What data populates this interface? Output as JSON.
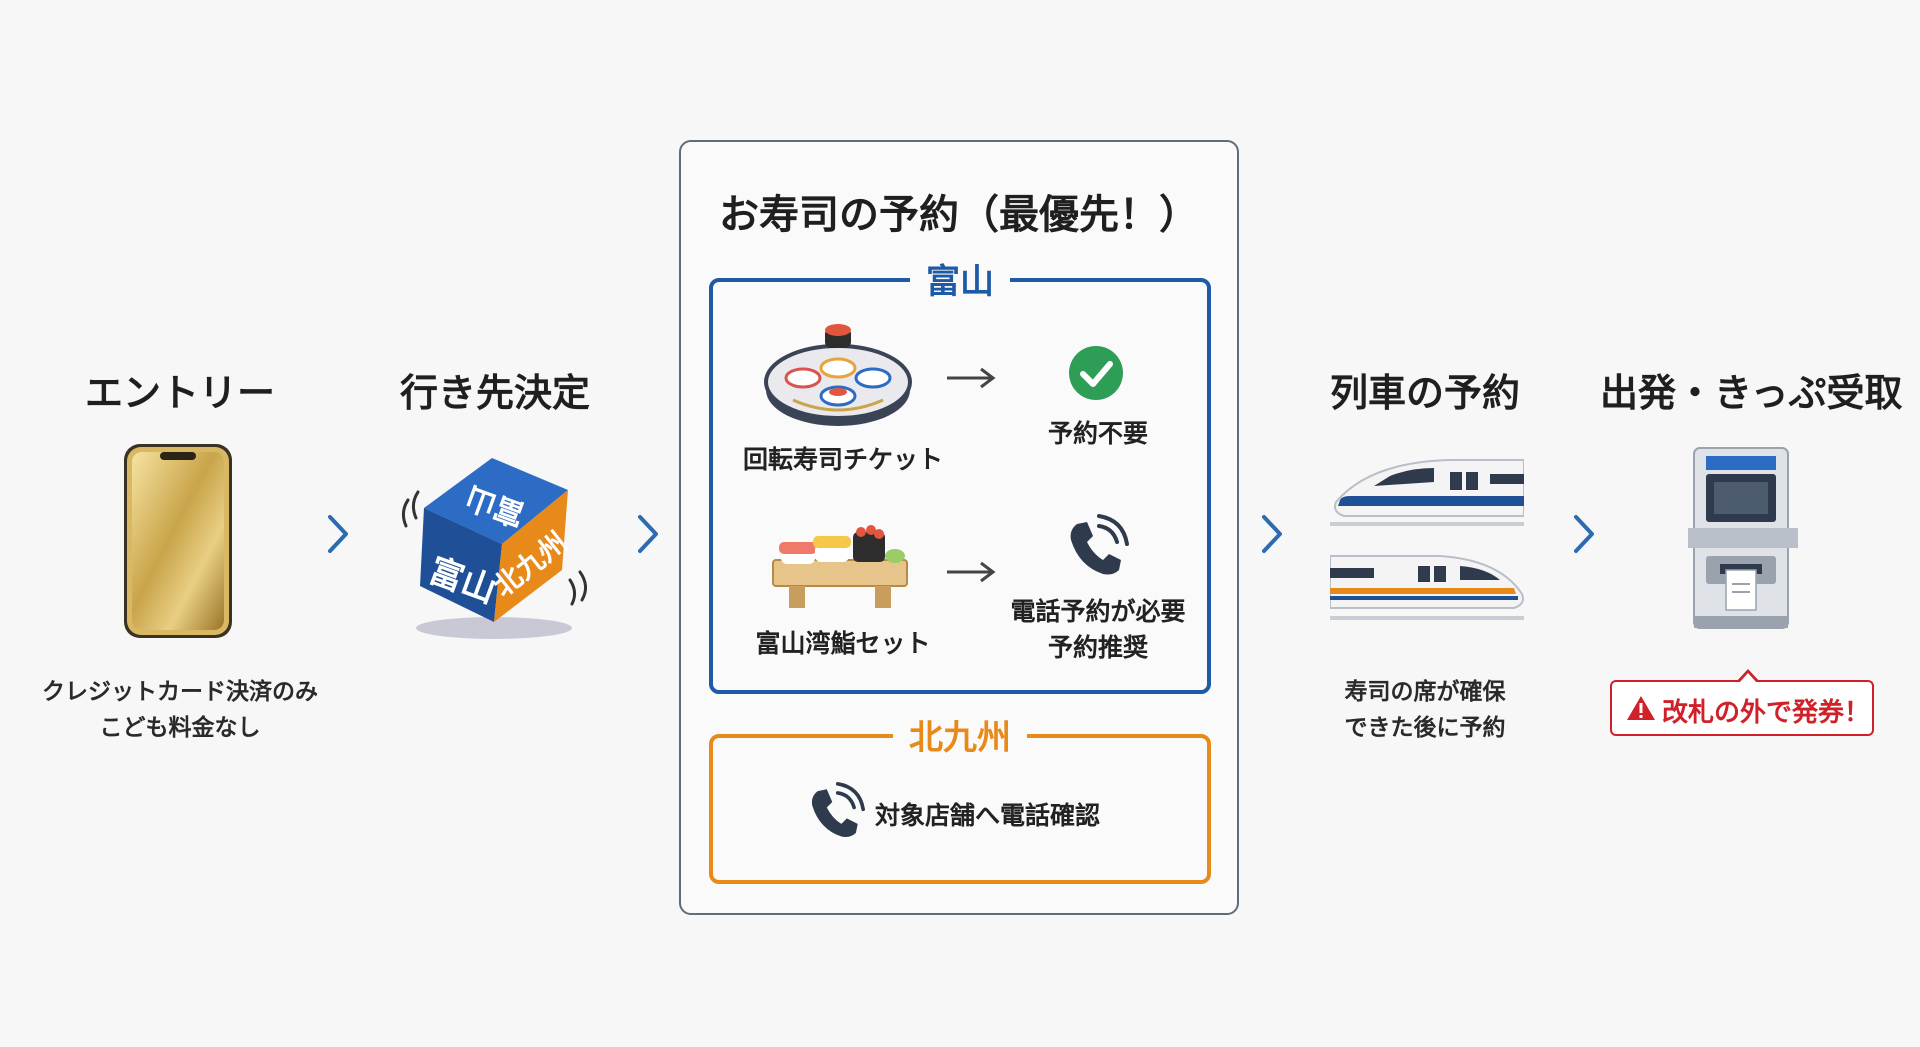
{
  "steps": {
    "entry": {
      "title": "エントリー",
      "note_line1": "クレジットカード決済のみ",
      "note_line2": "こども料金なし"
    },
    "destination": {
      "title": "行き先決定",
      "dice_face_toyama": "富山",
      "dice_face_kitakyushu": "北九州",
      "dice_face_top": "富山"
    },
    "sushi": {
      "title": "お寿司の予約（最優先！）",
      "toyama": {
        "heading": "富山",
        "row1_item": "回転寿司チケット",
        "row1_result": "予約不要",
        "row2_item": "富山湾鮨セット",
        "row2_result_line1": "電話予約が必要",
        "row2_result_line2": "予約推奨"
      },
      "kitakyushu": {
        "heading": "北九州",
        "action": "対象店舗へ電話確認"
      }
    },
    "train": {
      "title": "列車の予約",
      "note_line1": "寿司の席が確保",
      "note_line2": "できた後に予約"
    },
    "depart": {
      "title": "出発・きっぷ受取",
      "warning": "改札の外で発券！"
    }
  },
  "icons": {
    "phone": "smartphone-icon",
    "dice": "dice-icon",
    "kaiten_sushi": "sushi-plate-icon",
    "sushi_set": "sushi-set-icon",
    "check": "check-circle-icon",
    "call": "phone-call-icon",
    "shinkansen": "bullet-train-icon",
    "ticket_machine": "ticket-machine-icon",
    "arrow": "chevron-right-icon",
    "warning": "warning-icon"
  },
  "colors": {
    "toyama_blue": "#1f5aa6",
    "kitakyushu_orange": "#e88a1a",
    "check_green": "#2e9e57",
    "warning_red": "#d0202a",
    "chevron_blue": "#2b6cb0"
  }
}
